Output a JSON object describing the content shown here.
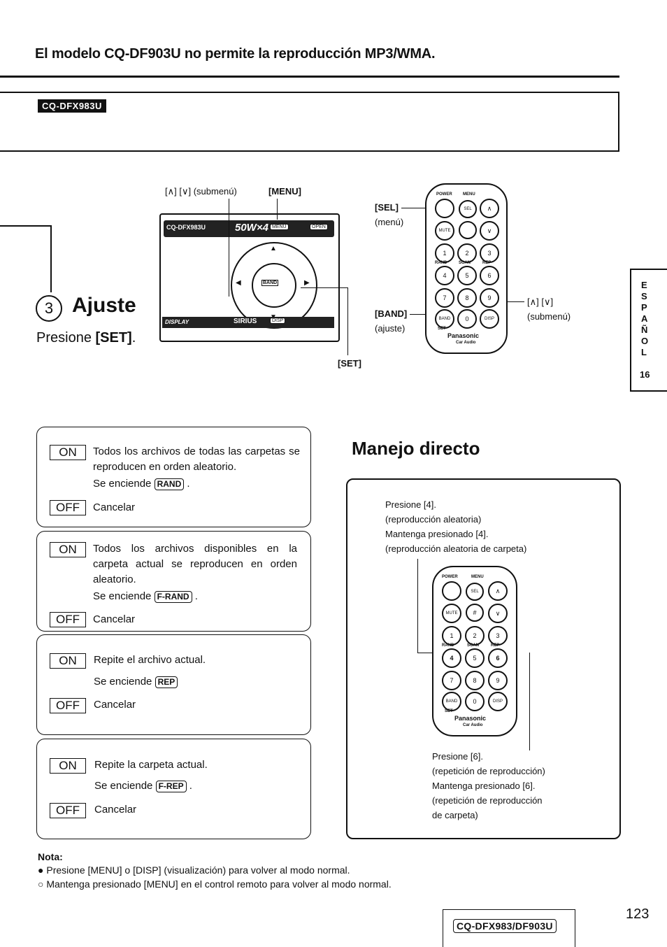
{
  "header": {
    "title": "El modelo CQ-DF903U no permite la reproducción MP3/WMA.",
    "model_tag": "CQ-DFX983U"
  },
  "step3": {
    "labels": {
      "submenu_arrows": "[∧] [∨] (submenú)",
      "menu": "[MENU]",
      "set": "[SET]",
      "sel": "[SEL]",
      "sel_sub": "(menú)",
      "band": "[BAND]",
      "band_sub": "(ajuste)",
      "arrows_right": "[∧] [∨]",
      "arrows_right_sub": "(submenú)"
    },
    "number": "3",
    "title": "Ajuste",
    "instruction_prefix": "Presione ",
    "instruction_key": "[SET]",
    "instruction_suffix": "."
  },
  "unit_display": {
    "model": "CQ-DFX983U",
    "watts": "50W×4",
    "menu": "MENU",
    "open": "OPEN",
    "band": "BAND",
    "display": "DISPLAY",
    "sirius": "SIRIUS",
    "disp": "DISP"
  },
  "remote": {
    "power": "POWER",
    "menu": "MENU",
    "sel": "SEL",
    "mute": "MUTE",
    "band": "BAND",
    "set": "SET",
    "disp": "DISP",
    "rand": "RAND",
    "scan": "SCAN",
    "rep": "REP",
    "brand": "Panasonic",
    "brand_sub": "Car Audio"
  },
  "side_tab": {
    "letters": [
      "E",
      "S",
      "P",
      "A",
      "Ñ",
      "O",
      "L"
    ],
    "number": "16"
  },
  "options": [
    {
      "on_label": "ON",
      "on_text": "Todos los archivos de todas las carpetas se reproducen en orden aleatorio.",
      "indicator_prefix": "Se enciende",
      "indicator": "RAND",
      "off_label": "OFF",
      "off_text": "Cancelar"
    },
    {
      "on_label": "ON",
      "on_text": "Todos los archivos disponibles en la carpeta actual se reproducen en orden aleatorio.",
      "indicator_prefix": "Se enciende",
      "indicator": "F-RAND",
      "off_label": "OFF",
      "off_text": "Cancelar"
    },
    {
      "on_label": "ON",
      "on_text": "Repite el archivo actual.",
      "indicator_prefix": "Se enciende",
      "indicator": "REP",
      "off_label": "OFF",
      "off_text": "Cancelar"
    },
    {
      "on_label": "ON",
      "on_text": "Repite la carpeta actual.",
      "indicator_prefix": "Se enciende",
      "indicator": "F-REP",
      "off_label": "OFF",
      "off_text": "Cancelar"
    }
  ],
  "direct": {
    "title": "Manejo directo",
    "top_lines": [
      "Presione [4].",
      "(reproducción aleatoria)",
      "Mantenga presionado [4].",
      "(reproducción aleatoria de carpeta)"
    ],
    "bottom_lines": [
      "Presione [6].",
      "(repetición de reproducción)",
      "Mantenga presionado [6].",
      "(repetición de reproducción",
      "de carpeta)"
    ]
  },
  "nota": {
    "title": "Nota:",
    "items": [
      "Presione [MENU] o [DISP] (visualización) para volver al modo normal.",
      "Mantenga presionado [MENU] en el control remoto para volver al modo normal."
    ]
  },
  "footer": {
    "model": "CQ-DFX983/DF903U",
    "page": "123"
  }
}
